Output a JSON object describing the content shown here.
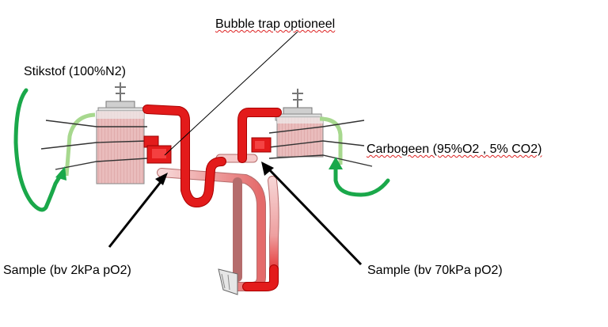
{
  "labels": {
    "bubble_trap": "Bubble trap optioneel",
    "stikstof": "Stikstof (100%N2)",
    "carbogeen": "Carbogeen (95%O2 , 5% CO2)",
    "sample_left": "Sample (bv 2kPa pO2)",
    "sample_right": "Sample (bv 70kPa pO2)"
  },
  "colors": {
    "tube_red": "#e31b1b",
    "tube_pink": "#f1b9b9",
    "gas_green": "#1aa84a",
    "arrow_black": "#000000"
  }
}
